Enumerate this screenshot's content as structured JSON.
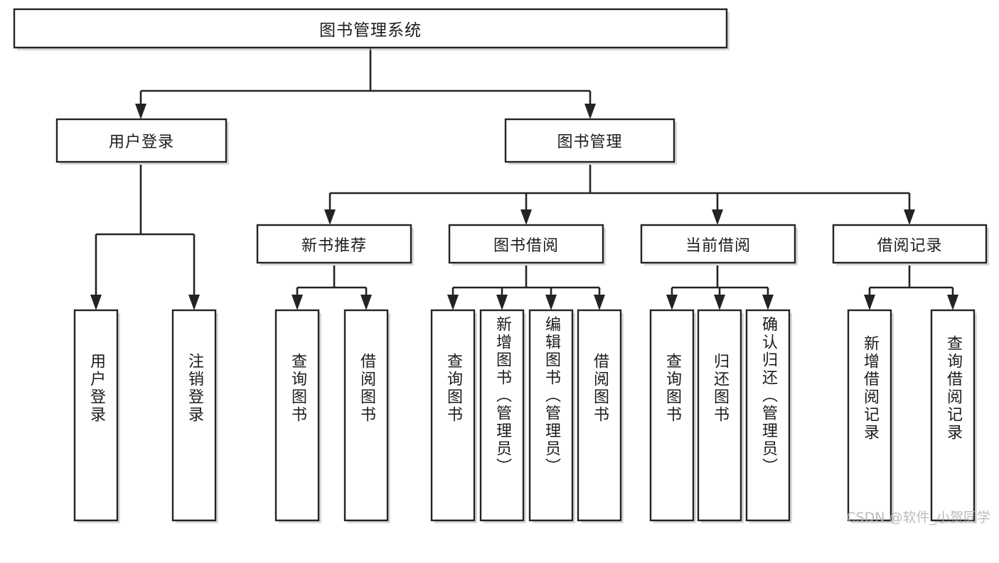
{
  "diagram": {
    "title": "图书管理系统",
    "watermark": "CSDN @软件_小贺同学",
    "colors": {
      "box_border": "#232323",
      "box_fill": "#ffffff",
      "connector": "#232323",
      "text": "#1c1c1c",
      "watermark": "#b0b0b0",
      "background": "#ffffff"
    },
    "nodes": {
      "root": {
        "label": "图书管理系统"
      },
      "level2": [
        {
          "label": "用户登录"
        },
        {
          "label": "图书管理"
        }
      ],
      "level3": [
        {
          "label": "新书推荐"
        },
        {
          "label": "图书借阅"
        },
        {
          "label": "当前借阅"
        },
        {
          "label": "借阅记录"
        }
      ],
      "leaves": {
        "user_login": [
          {
            "label": "用户登录"
          },
          {
            "label": "注销登录"
          }
        ],
        "new_book_recommend": [
          {
            "label": "查询图书"
          },
          {
            "label": "借阅图书"
          }
        ],
        "book_borrow": [
          {
            "label": "查询图书"
          },
          {
            "label": "新增图书（管理员）"
          },
          {
            "label": "编辑图书（管理员）"
          },
          {
            "label": "借阅图书"
          }
        ],
        "current_borrow": [
          {
            "label": "查询图书"
          },
          {
            "label": "归还图书"
          },
          {
            "label": "确认归还（管理员）"
          }
        ],
        "borrow_record": [
          {
            "label": "新增借阅记录"
          },
          {
            "label": "查询借阅记录"
          }
        ]
      }
    }
  }
}
